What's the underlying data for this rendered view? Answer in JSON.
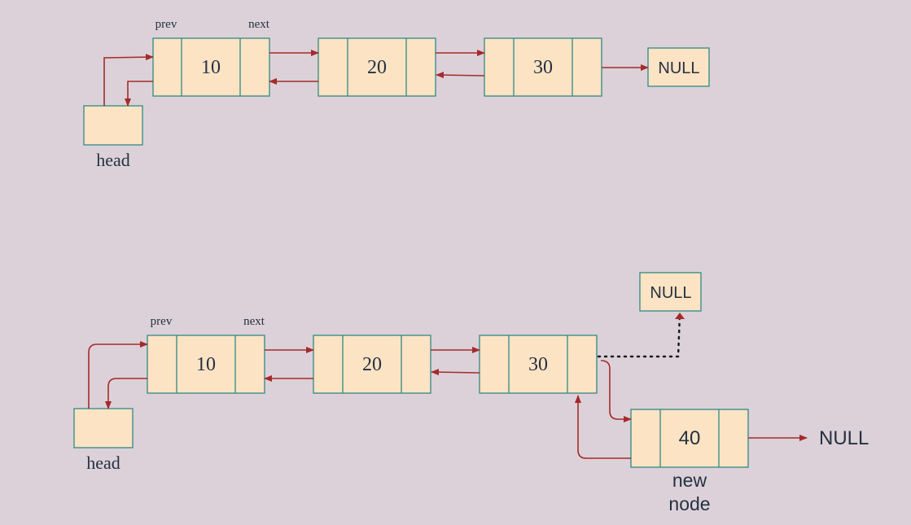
{
  "colors": {
    "background": "#dcd1d9",
    "node_fill": "#fbe3c4",
    "node_stroke": "#2f8a83",
    "arrow": "#a52a2a",
    "text": "#253140"
  },
  "top_list": {
    "head_label": "head",
    "field_labels": {
      "prev": "prev",
      "next": "next"
    },
    "nodes": [
      {
        "value": "10"
      },
      {
        "value": "20"
      },
      {
        "value": "30"
      }
    ],
    "null_label": "NULL"
  },
  "bottom_list": {
    "head_label": "head",
    "field_labels": {
      "prev": "prev",
      "next": "next"
    },
    "nodes": [
      {
        "value": "10"
      },
      {
        "value": "20"
      },
      {
        "value": "30"
      }
    ],
    "old_null_label": "NULL",
    "new_node": {
      "value": "40",
      "caption_line1": "new",
      "caption_line2": "node"
    },
    "new_null_label": "NULL"
  }
}
